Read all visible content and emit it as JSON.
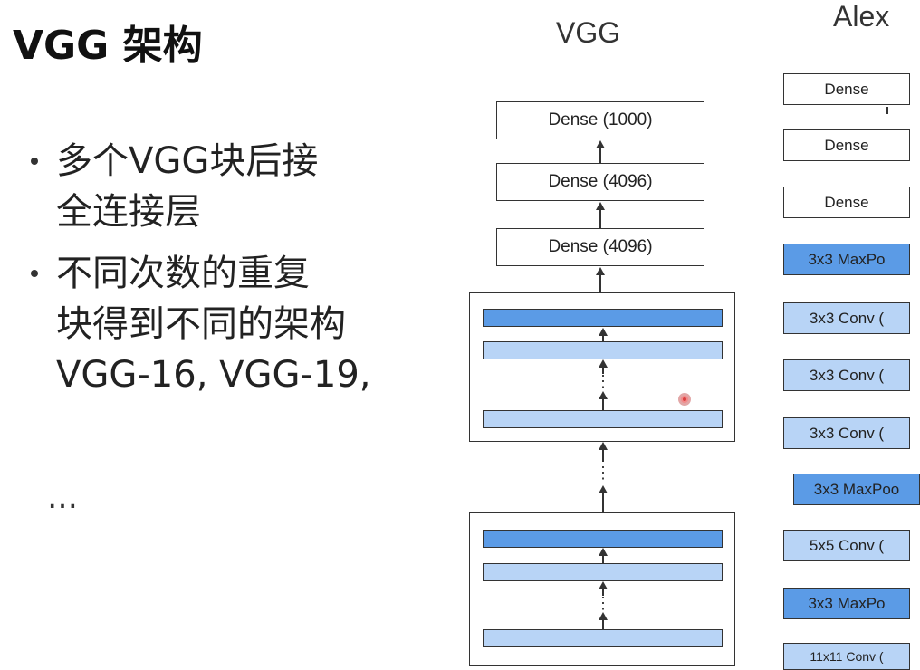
{
  "slide": {
    "title": "VGG 架构",
    "bullets": [
      {
        "lines": [
          "多个VGG块后接",
          "全连接层"
        ]
      },
      {
        "lines": [
          "不同次数的重复",
          "块得到不同的架构",
          "VGG-16, VGG-19,"
        ]
      }
    ],
    "trailing_ellipsis": "…"
  },
  "vgg": {
    "title": "VGG",
    "dense_layers": [
      "Dense (1000)",
      "Dense (4096)",
      "Dense (4096)"
    ],
    "dots": "⋮",
    "between_blocks_dots": "⋮"
  },
  "alexnet": {
    "title": "Alex",
    "layers": [
      {
        "label": "Dense",
        "style": "white"
      },
      {
        "label": "Dense",
        "style": "white"
      },
      {
        "label": "Dense",
        "style": "white"
      },
      {
        "label": "3x3 MaxPo",
        "style": "dark"
      },
      {
        "label": "3x3 Conv (",
        "style": "light"
      },
      {
        "label": "3x3 Conv (",
        "style": "light"
      },
      {
        "label": "3x3 Conv (",
        "style": "light"
      },
      {
        "label": "3x3 MaxPoo",
        "style": "dark"
      },
      {
        "label": "5x5 Conv (",
        "style": "light"
      },
      {
        "label": "3x3 MaxPo",
        "style": "dark"
      },
      {
        "label": "11x11 Conv (",
        "style": "light"
      }
    ]
  },
  "colors": {
    "conv_bar": "#b8d4f6",
    "pool_bar": "#5b9be6",
    "outline": "#333333",
    "cursor": "#e25555"
  }
}
